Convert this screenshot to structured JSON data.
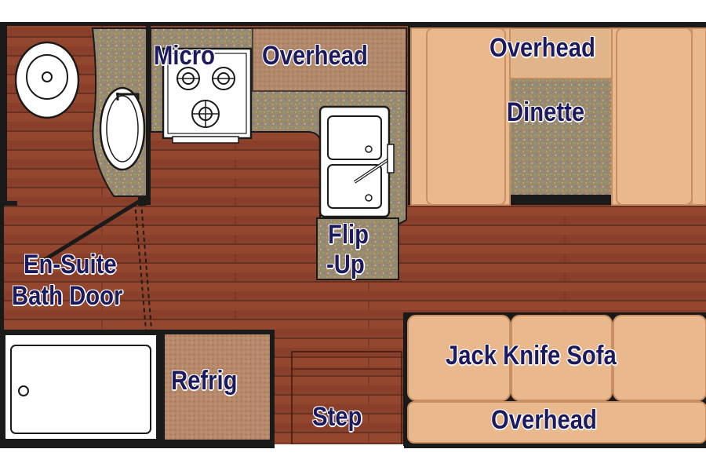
{
  "labels": {
    "micro": "Micro",
    "overhead_galley": "Overhead",
    "overhead_dinette": "Overhead",
    "dinette": "Dinette",
    "flip_up_1": "Flip",
    "flip_up_2": "-Up",
    "en_suite_1": "En-Suite",
    "en_suite_2": "Bath Door",
    "refrig": "Refrig",
    "step": "Step",
    "jack_knife_sofa": "Jack Knife Sofa",
    "overhead_sofa": "Overhead"
  },
  "colors": {
    "floor": "#8a3f2a",
    "floor_line": "#5e2a1b",
    "counter": "#9b8a6a",
    "cushion": "#e9b98d",
    "cushion_edge": "#c98f62",
    "wall": "#1a1a1a",
    "label": "#1b1a5e",
    "fixture": "#ffffff"
  },
  "icons": [
    "toilet-icon",
    "bathroom-sink-icon",
    "stove-burner-icon",
    "double-sink-icon",
    "faucet-icon",
    "shower-icon",
    "door-swing-icon"
  ]
}
